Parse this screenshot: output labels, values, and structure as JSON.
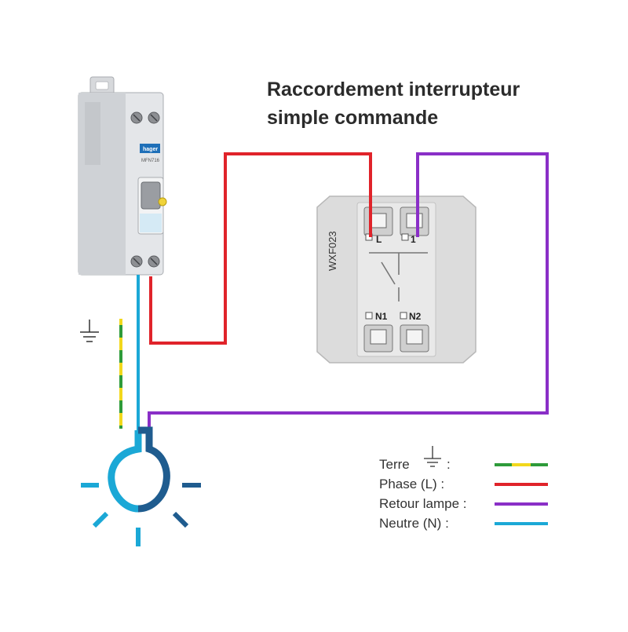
{
  "title": {
    "line1": "Raccordement interrupteur",
    "line2": "simple commande"
  },
  "breaker": {
    "brand": "hager",
    "model": "MFN716"
  },
  "switch": {
    "model": "WXF023",
    "terminals": {
      "L": "L",
      "one": "1",
      "N1": "N1",
      "N2": "N2"
    }
  },
  "legend": [
    {
      "label": "Terre",
      "colors": [
        "#2e9b3a",
        "#f2d81c"
      ]
    },
    {
      "label": "Phase (L) :",
      "colors": [
        "#e0232a"
      ]
    },
    {
      "label": "Retour lampe :",
      "colors": [
        "#8a2fc7"
      ]
    },
    {
      "label": "Neutre (N) :",
      "colors": [
        "#1ba8d6"
      ]
    }
  ],
  "colors": {
    "earth_green": "#2e9b3a",
    "earth_yellow": "#f2d81c",
    "phase": "#e0232a",
    "return": "#8a2fc7",
    "neutral": "#1ba8d6",
    "lamp_light": "#1ba8d6",
    "lamp_dark": "#1f5c8f"
  },
  "icons": {
    "earth": "earth-ground-icon",
    "lamp": "light-bulb-icon"
  }
}
